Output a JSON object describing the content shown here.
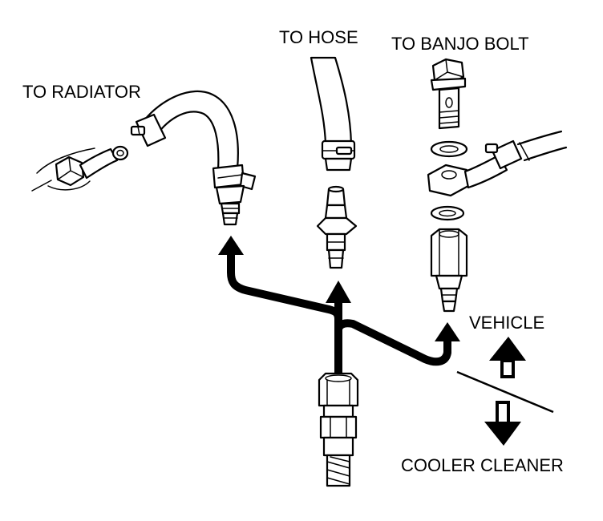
{
  "labels": {
    "to_radiator": "TO RADIATOR",
    "to_hose": "TO HOSE",
    "to_banjo_bolt": "TO BANJO BOLT",
    "vehicle": "VEHICLE",
    "cooler_cleaner": "COOLER CLEANER"
  },
  "colors": {
    "ink": "#000000",
    "paper": "#ffffff"
  }
}
